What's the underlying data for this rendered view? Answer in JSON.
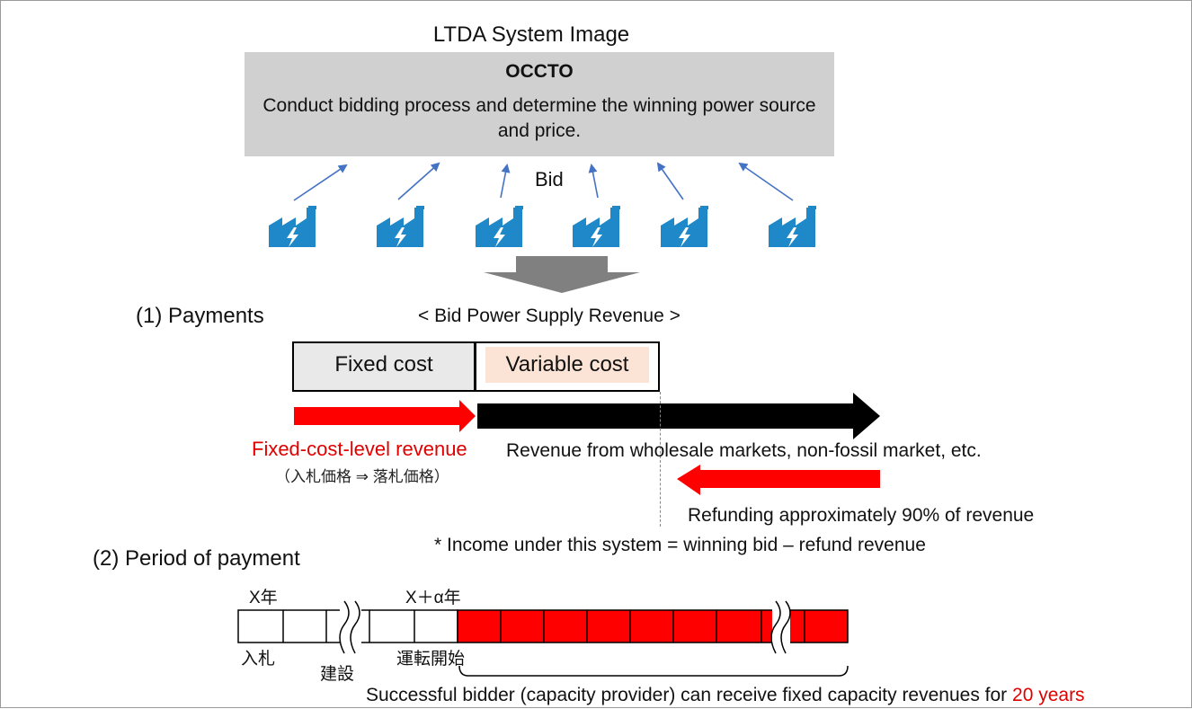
{
  "title": "LTDA System Image",
  "occto": {
    "name": "OCCTO",
    "description": "Conduct bidding process and determine the winning power source and price."
  },
  "bid_label": "Bid",
  "plant_icon": "factory-lightning-icon",
  "payments": {
    "heading": "(1) Payments",
    "revenue_heading": "< Bid Power Supply Revenue >",
    "fixed_cost": "Fixed cost",
    "variable_cost": "Variable cost",
    "fixed_revenue": "Fixed-cost-level revenue",
    "price_note": "（入札価格 ⇒ 落札価格）",
    "wholesale_revenue": "Revenue from wholesale markets, non-fossil market, etc.",
    "refund": "Refunding approximately 90% of revenue",
    "income_note": "* Income under this system = winning bid – refund revenue"
  },
  "period": {
    "heading": "(2) Period of payment",
    "year_x": "X年",
    "year_x_alpha": "X＋α年",
    "bid_jp": "入札",
    "construction": "建設",
    "operation_start": "運転開始",
    "note_main": "Successful bidder (capacity provider) can receive fixed capacity revenues for ",
    "note_highlight": "20 years"
  },
  "colors": {
    "occto_box": "#d0d0d0",
    "plant_blue": "#1e88c8",
    "arrow_blue": "#4472c4",
    "red": "#ff0000",
    "black": "#000000",
    "variable_cost_fill": "#fbe4d5",
    "fixed_cost_fill": "#e9e9e9",
    "down_arrow_gray": "#808080"
  }
}
